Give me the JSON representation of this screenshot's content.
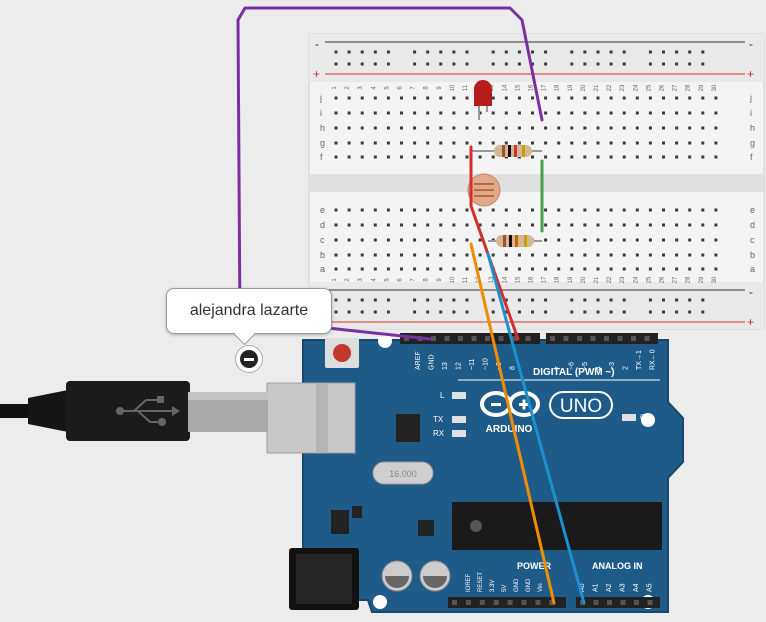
{
  "tooltip": {
    "author": "alejandra lazarte"
  },
  "breadboard": {
    "rail_minus": "-",
    "rail_plus": "+",
    "rows_top": [
      "j",
      "i",
      "h",
      "g",
      "f"
    ],
    "rows_bottom": [
      "e",
      "d",
      "c",
      "b",
      "a"
    ],
    "columns": [
      "1",
      "2",
      "3",
      "4",
      "5",
      "6",
      "7",
      "8",
      "9",
      "10",
      "11",
      "12",
      "13",
      "14",
      "15",
      "16",
      "17",
      "18",
      "19",
      "20",
      "21",
      "22",
      "23",
      "24",
      "25",
      "26",
      "27",
      "28",
      "29",
      "30"
    ]
  },
  "arduino": {
    "brand": "ARDUINO",
    "model": "UNO",
    "digital_label": "DIGITAL (PWM ~)",
    "analog_label": "ANALOG IN",
    "power_label": "POWER",
    "on_label": "ON",
    "l_label": "L",
    "tx_label": "TX",
    "rx_label": "RX",
    "crystal_label": "16.000",
    "digital_pins": [
      "AREF",
      "GND",
      "13",
      "12",
      "~11",
      "~10",
      "~9",
      "8",
      "7",
      "~6",
      "~5",
      "4",
      "~3",
      "2",
      "TX→1",
      "RX←0"
    ],
    "power_pins": [
      "IOREF",
      "RESET",
      "3.3V",
      "5V",
      "GND",
      "GND",
      "Vin"
    ],
    "analog_pins": [
      "A0",
      "A1",
      "A2",
      "A3",
      "A4",
      "A5"
    ]
  },
  "colors": {
    "wire_purple": "#7b2fa0",
    "wire_red": "#d32f2f",
    "wire_green": "#43a047",
    "wire_orange": "#f08c00",
    "wire_blue": "#1e90d0",
    "board_blue": "#1f5b88",
    "breadboard": "#ececec"
  },
  "icons": {
    "usb": "usb-icon",
    "remove": "minus-circle-icon"
  }
}
